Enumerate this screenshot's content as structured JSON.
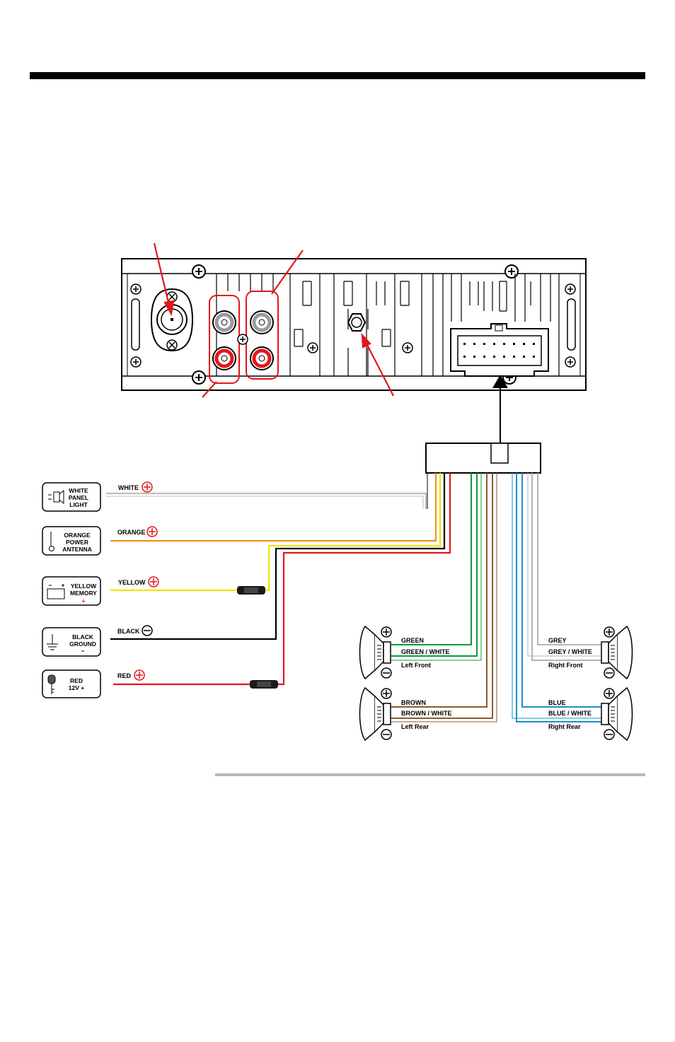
{
  "colors": {
    "white_wire": "#bdbdbd",
    "orange_wire": "#f0901e",
    "yellow_wire": "#f2e200",
    "black_wire": "#000000",
    "red_wire": "#e5161b",
    "green_wire": "#0c9a3c",
    "brown_wire": "#8b5a2b",
    "grey_wire": "#b5b5b5",
    "blue_wire": "#1b8fcf",
    "callout": "#e5161b"
  },
  "left_wires": [
    {
      "id": "white",
      "label": "WHITE",
      "sign": "+",
      "box_lines": [
        "WHITE",
        "PANEL",
        "LIGHT"
      ],
      "icon": "light-icon"
    },
    {
      "id": "orange",
      "label": "ORANGE",
      "sign": "+",
      "box_lines": [
        "ORANGE",
        "POWER",
        "ANTENNA"
      ],
      "icon": "antenna-icon"
    },
    {
      "id": "yellow",
      "label": "YELLOW",
      "sign": "+",
      "box_lines": [
        "YELLOW",
        "MEMORY",
        "+"
      ],
      "icon": "battery-icon"
    },
    {
      "id": "black",
      "label": "BLACK",
      "sign": "−",
      "box_lines": [
        "BLACK",
        "GROUND",
        "−"
      ],
      "icon": "ground-icon"
    },
    {
      "id": "red",
      "label": "RED",
      "sign": "+",
      "box_lines": [
        "RED",
        "12V +"
      ],
      "icon": "key-icon"
    }
  ],
  "speakers": {
    "left_front": {
      "wire1": "GREEN",
      "wire2": "GREEN / WHITE",
      "label": "Left Front"
    },
    "left_rear": {
      "wire1": "BROWN",
      "wire2": "BROWN / WHITE",
      "label": "Left Rear"
    },
    "right_front": {
      "wire1": "GREY",
      "wire2": "GREY / WHITE",
      "label": "Right Front"
    },
    "right_rear": {
      "wire1": "BLUE",
      "wire2": "BLUE / WHITE",
      "label": "Right Rear"
    }
  }
}
